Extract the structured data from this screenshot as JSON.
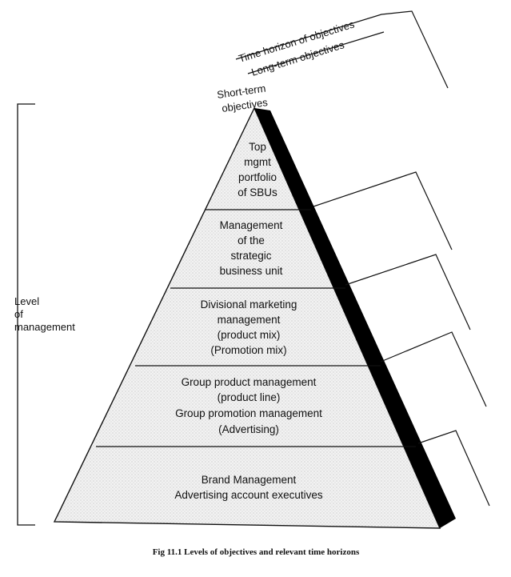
{
  "figure": {
    "caption": "Fig 11.1  Levels of objectives and relevant time horizons"
  },
  "time_axis": {
    "title": "Time horizon of objectives",
    "long_term": "Long-term objectives",
    "short_term": [
      "Short-term",
      "objectives"
    ]
  },
  "level_axis": {
    "label": [
      "Level",
      "of",
      "management"
    ]
  },
  "tiers": [
    {
      "lines": [
        "Top",
        "mgmt",
        "portfolio",
        "of SBUs"
      ]
    },
    {
      "lines": [
        "Management",
        "of the",
        "strategic",
        "business unit"
      ]
    },
    {
      "lines": [
        "Divisional marketing",
        "management",
        "(product mix)",
        "(Promotion mix)"
      ]
    },
    {
      "lines": [
        "Group product management",
        "(product line)",
        "Group promotion management",
        "(Advertising)"
      ]
    },
    {
      "lines": [
        "Brand Management",
        "Advertising account executives"
      ]
    }
  ],
  "colors": {
    "ink": "#111111",
    "pyramid_fill": "#eeeeee",
    "shadow": "#000000"
  }
}
